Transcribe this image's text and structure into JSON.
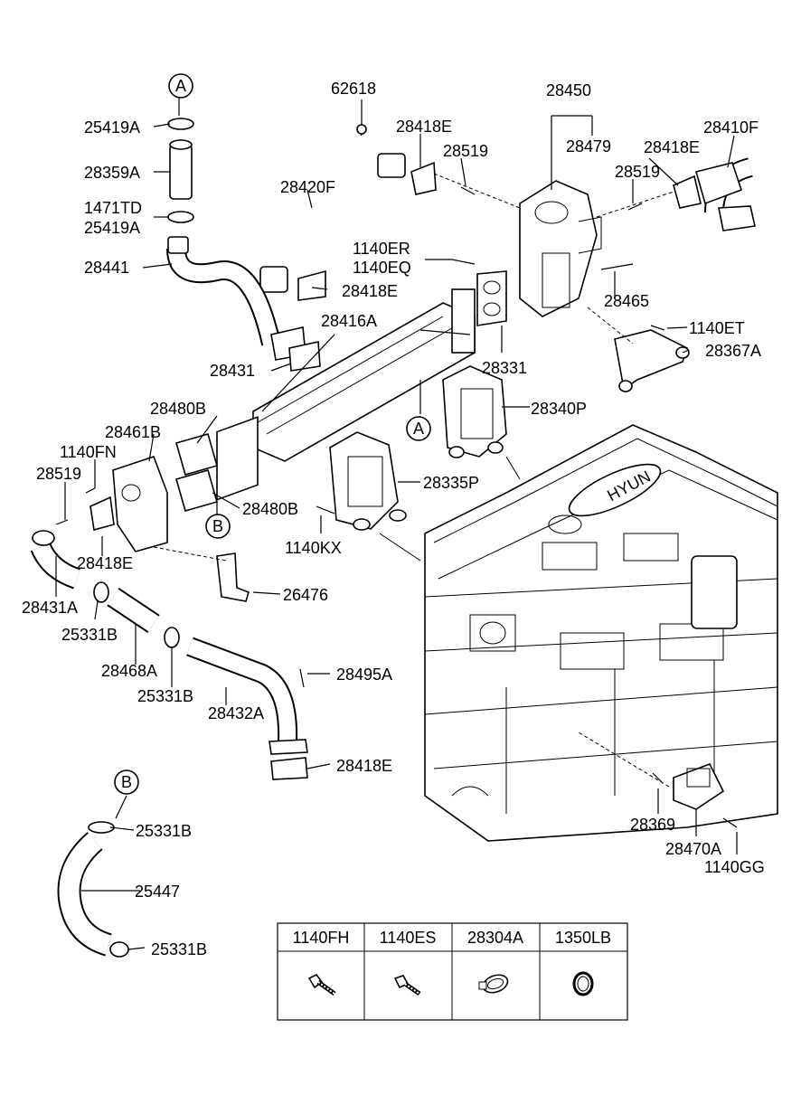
{
  "callouts": {
    "A": "A",
    "B": "B"
  },
  "labels": {
    "p62618": "62618",
    "p28450": "28450",
    "p25419A_top": "25419A",
    "p28418E_a": "28418E",
    "p28410F": "28410F",
    "p28479": "28479",
    "p28519_a": "28519",
    "p28418E_b": "28418E",
    "p28359A": "28359A",
    "p28519_b": "28519",
    "p28420F": "28420F",
    "p1471TD": "1471TD",
    "p25419A_bot": "25419A",
    "p1140ER": "1140ER",
    "p1140EQ": "1140EQ",
    "p28441": "28441",
    "p28418E_c": "28418E",
    "p28465": "28465",
    "p28416A": "28416A",
    "p1140ET": "1140ET",
    "p28367A": "28367A",
    "p28431": "28431",
    "p28331": "28331",
    "p28480B_a": "28480B",
    "p28340P": "28340P",
    "p28461B": "28461B",
    "p1140FN": "1140FN",
    "p28335P": "28335P",
    "p28519_c": "28519",
    "p28480B_b": "28480B",
    "p1140KX": "1140KX",
    "p28418E_d": "28418E",
    "p26476": "26476",
    "p28431A": "28431A",
    "p25331B_a": "25331B",
    "p28468A": "28468A",
    "p28495A": "28495A",
    "p25331B_b": "25331B",
    "p28432A": "28432A",
    "p28418E_e": "28418E",
    "p25331B_c": "25331B",
    "p28369": "28369",
    "p28470A": "28470A",
    "p1140GG": "1140GG",
    "p25447": "25447",
    "p25331B_d": "25331B"
  },
  "engine_brand": "HYUN",
  "parts_table": {
    "headers": [
      "1140FH",
      "1140ES",
      "28304A",
      "1350LB"
    ]
  }
}
